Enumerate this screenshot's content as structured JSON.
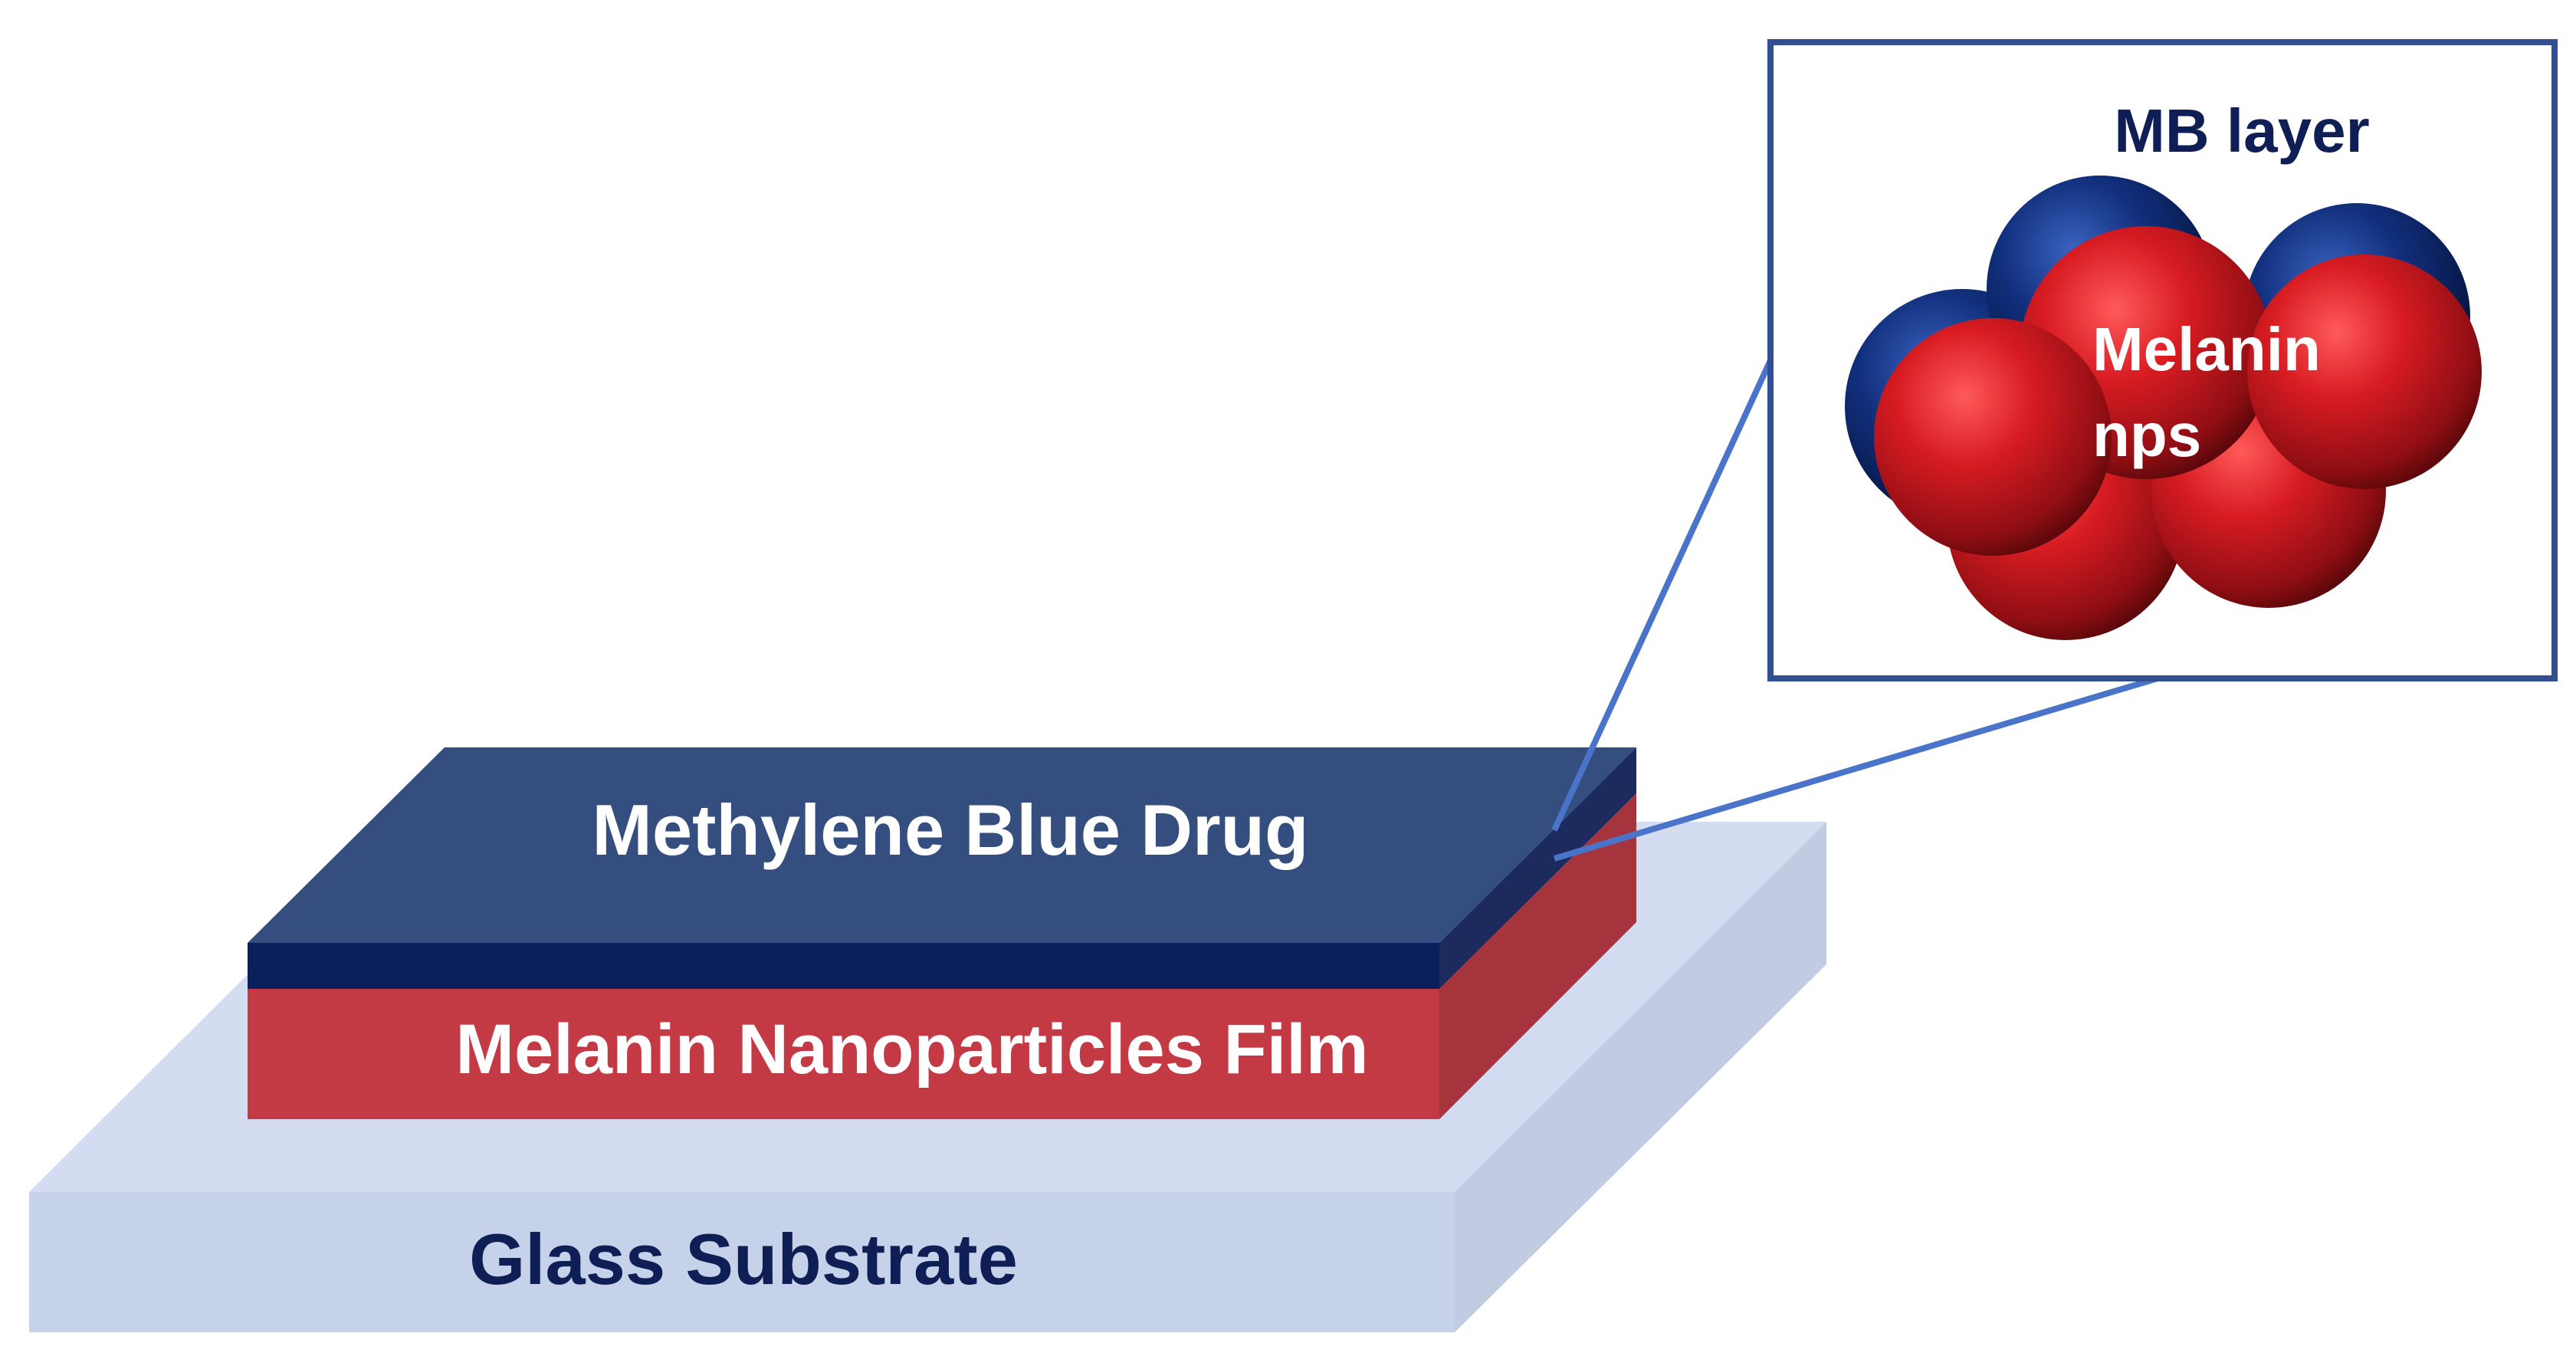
{
  "layers": {
    "substrate_label": "Glass Substrate",
    "nanoparticle_label": "Melanin Nanoparticles Film",
    "drug_label": "Methylene Blue Drug"
  },
  "inset": {
    "mb_label": "MB layer",
    "np_label_line1": "Melanin",
    "np_label_line2": "nps"
  },
  "colors": {
    "glass": "#cdd6ec",
    "glass_side": "#c1cbe1",
    "melanin_film": "#c43a44",
    "melanin_side": "#a6343d",
    "drug_top": "#354e80",
    "drug_side": "#1c2a5e",
    "drug_band": "#0c1f5d",
    "label_dark": "#0f1f56",
    "label_light": "#ffffff",
    "callout": "#4a74c9",
    "np_red": "#e01e24",
    "mb_blue": "#1b3a8a"
  }
}
